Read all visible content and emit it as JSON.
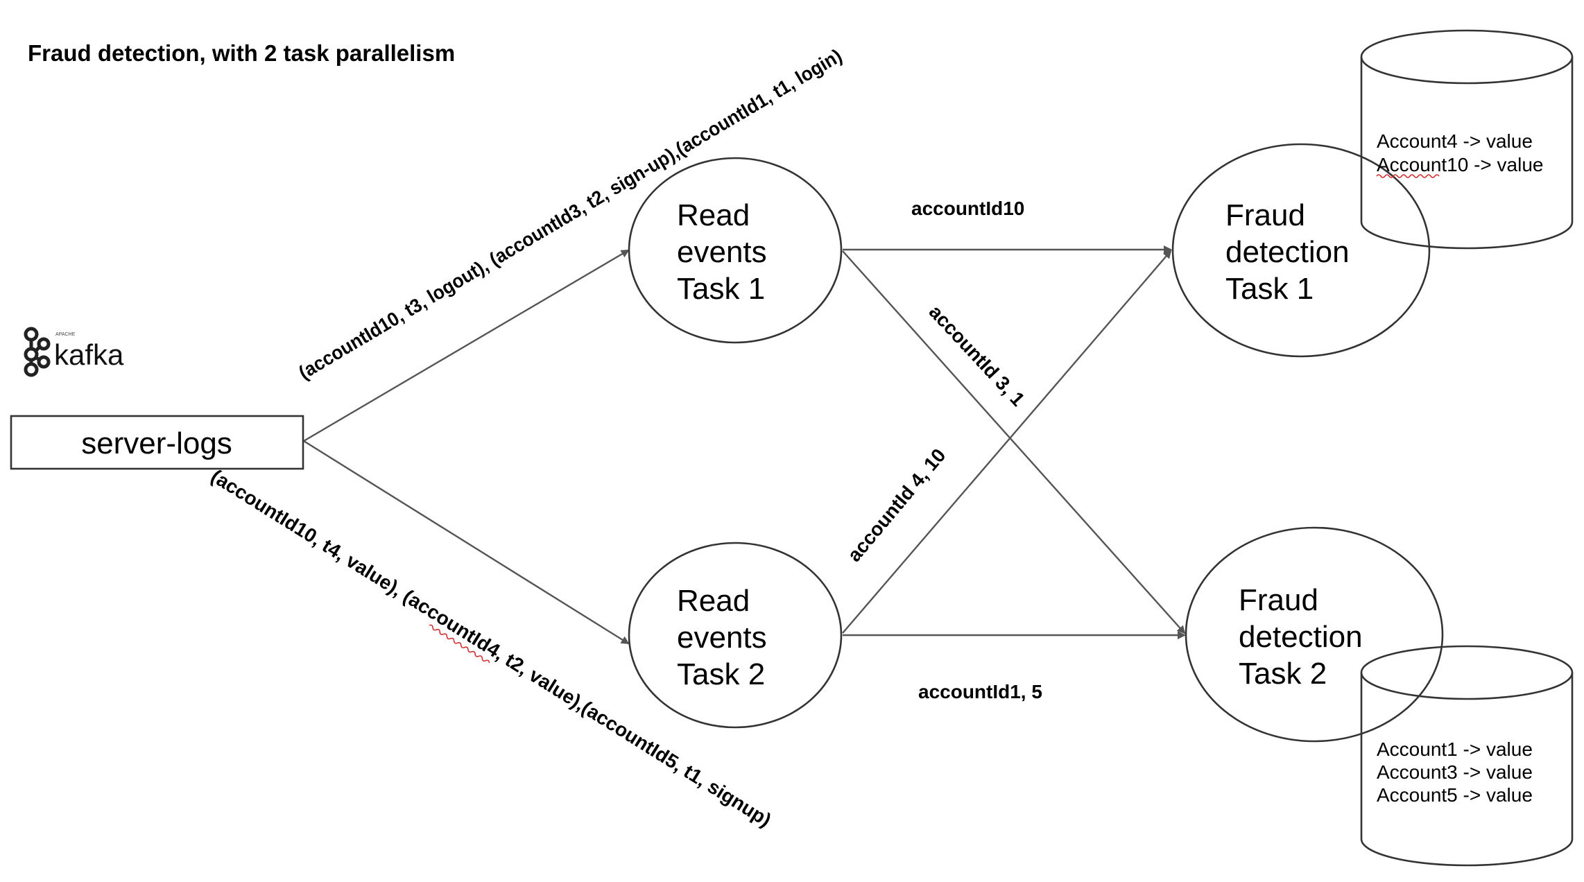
{
  "title": "Fraud detection, with 2 task parallelism",
  "logo": {
    "icon": "kafka-logo-icon",
    "text": "kafka",
    "small_text": "APACHE"
  },
  "source": {
    "label": "server-logs"
  },
  "nodes": {
    "read1": {
      "lines": [
        "Read",
        "events",
        "Task 1"
      ]
    },
    "read2": {
      "lines": [
        "Read",
        "events",
        "Task 2"
      ]
    },
    "fraud1": {
      "lines": [
        "Fraud",
        "detection",
        "Task 1"
      ]
    },
    "fraud2": {
      "lines": [
        "Fraud",
        "detection",
        "Task 2"
      ]
    }
  },
  "stores": {
    "store1": {
      "lines": [
        "Account4 -> value",
        "Account10 -> value"
      ]
    },
    "store2": {
      "lines": [
        "Account1 -> value",
        "Account3 -> value",
        "Account5 -> value"
      ]
    }
  },
  "edge_labels": {
    "to_read1": "(accountId10, t3, logout), (accountId3, t2, sign-up),(accountId1, t1, login)",
    "to_read2": "(accountId10, t4, value), (accountId4, t2, value),(accountId5, t1, signup)",
    "r1_f1": "accountId10",
    "r1_f2": "accountId 3, 1",
    "r2_f1": "accountId 4, 10",
    "r2_f2": "accountId1, 5"
  },
  "colors": {
    "stroke": "#333333",
    "edge": "#555555",
    "spellcheck": "#d23030"
  }
}
